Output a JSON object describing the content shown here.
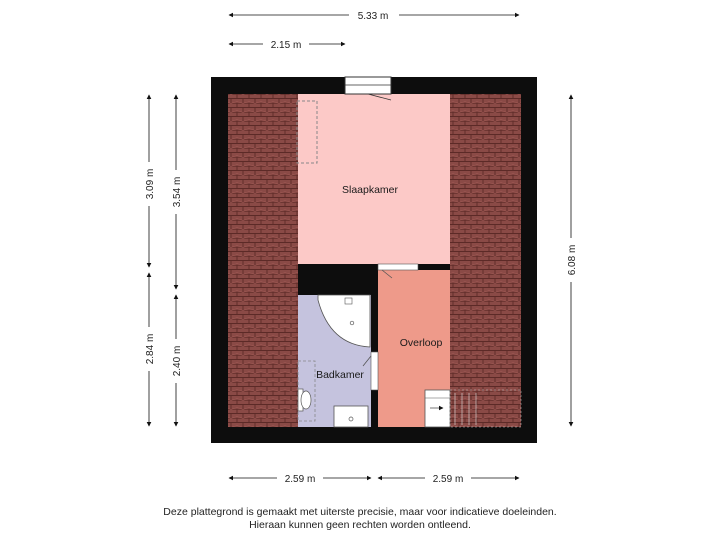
{
  "dimensions": {
    "top_total": "5.33 m",
    "top_partial": "2.15 m",
    "left_upper_outer": "3.09 m",
    "left_upper_inner": "3.54 m",
    "left_lower_outer": "2.84 m",
    "left_lower_inner": "2.40 m",
    "right_total": "6.08 m",
    "bottom_left": "2.59 m",
    "bottom_right": "2.59 m"
  },
  "rooms": {
    "slaapkamer": "Slaapkamer",
    "overloop": "Overloop",
    "badkamer": "Badkamer"
  },
  "colors": {
    "wall": "#0d0d0d",
    "roof_tile": "#8a4a46",
    "roof_line": "#5c2a27",
    "slaapkamer": "#fcc9c7",
    "overloop": "#ee9a8a",
    "badkamer": "#c5c3de"
  },
  "disclaimer": {
    "line1": "Deze plattegrond is gemaakt met uiterste precisie, maar voor indicatieve doeleinden.",
    "line2": "Hieraan kunnen geen rechten worden ontleend."
  }
}
